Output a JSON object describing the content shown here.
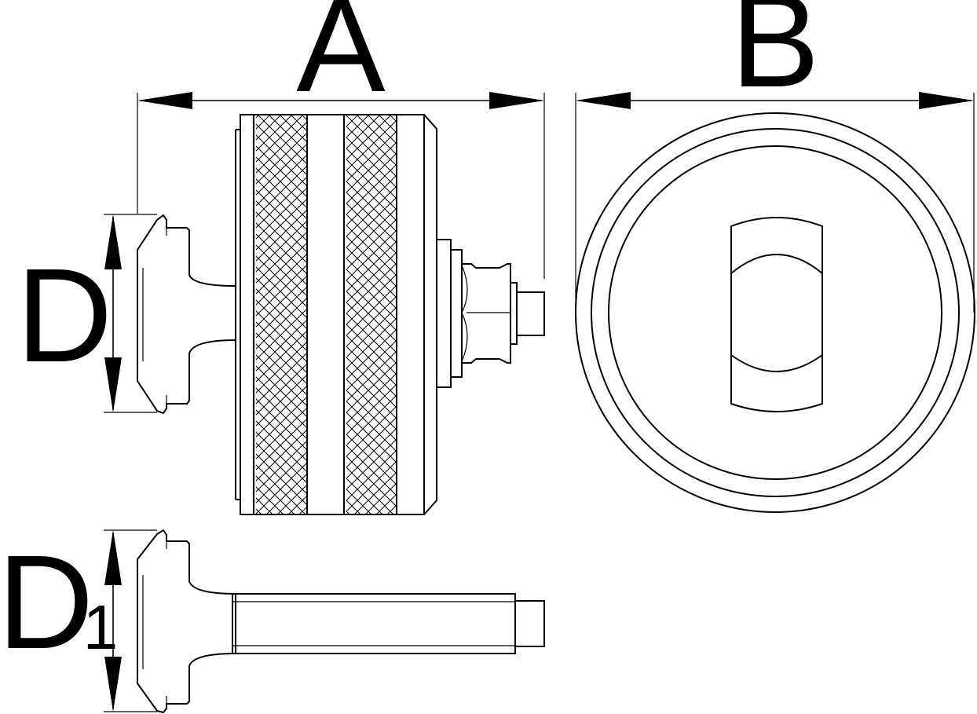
{
  "labels": {
    "a": "A",
    "b": "B",
    "d": "D",
    "d1_main": "D",
    "d1_sub": "1"
  },
  "colors": {
    "line": "#000000",
    "background": "#ffffff"
  }
}
